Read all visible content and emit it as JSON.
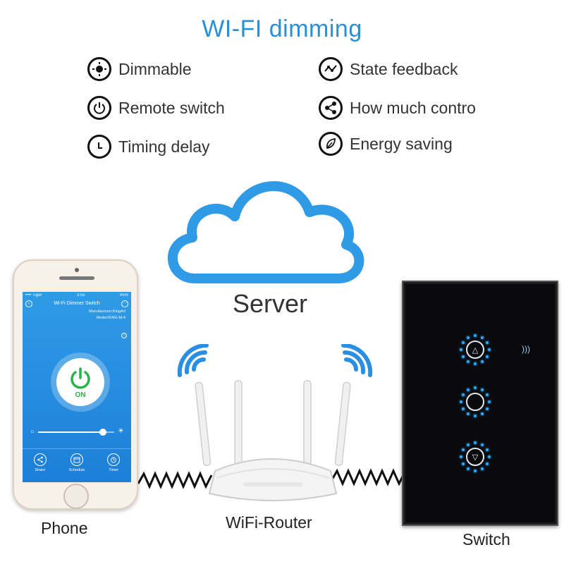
{
  "title": "WI-FI dimming",
  "features": [
    {
      "label": "Dimmable",
      "icon": "dimmable-icon"
    },
    {
      "label": "State feedback",
      "icon": "state-feedback-icon"
    },
    {
      "label": "Remote switch",
      "icon": "power-icon"
    },
    {
      "label": "How much contro",
      "icon": "share-icon"
    },
    {
      "label": "Timing delay",
      "icon": "clock-icon"
    },
    {
      "label": "Energy saving",
      "icon": "leaf-icon"
    }
  ],
  "cloud": {
    "label": "Server"
  },
  "phone": {
    "label": "Phone",
    "app": {
      "status_left": "•••• Tiger",
      "status_time": "3:55",
      "status_right": "95%",
      "title": "Wi-Fi Dimmer Switch",
      "manufacturer": "Manufacturer:KingArt",
      "model": "Model:KING-M-4",
      "power_state": "ON",
      "brightness_percent": 85,
      "tabs": [
        {
          "label": "Share",
          "icon": "share-icon"
        },
        {
          "label": "Schedule",
          "icon": "calendar-icon"
        },
        {
          "label": "Timer",
          "icon": "timer-icon"
        }
      ]
    }
  },
  "router": {
    "label": "WiFi-Router"
  },
  "switch": {
    "label": "Switch"
  },
  "colors": {
    "accent": "#2b8fd6",
    "power_on": "#27b34a",
    "switch_led": "#2aa8ff"
  }
}
